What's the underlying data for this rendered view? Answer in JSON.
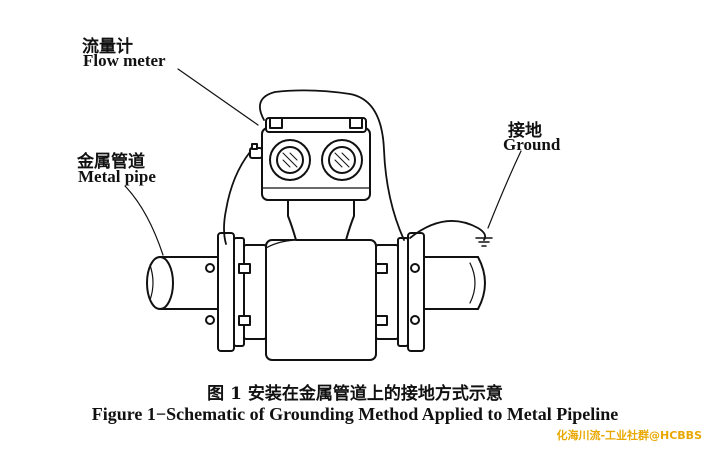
{
  "labels": {
    "flow_meter_cn": "流量计",
    "flow_meter_en": "Flow meter",
    "metal_pipe_cn": "金属管道",
    "metal_pipe_en": "Metal pipe",
    "ground_cn": "接地",
    "ground_en": "Ground"
  },
  "caption": {
    "cn": "图 1 安装在金属管道上的接地方式示意",
    "en": "Figure 1−Schematic of Grounding Method Applied to Metal Pipeline"
  },
  "watermark": "化海川流-工业社群@HCBBS",
  "colors": {
    "line": "#111111",
    "watermark": "#e9a800"
  }
}
